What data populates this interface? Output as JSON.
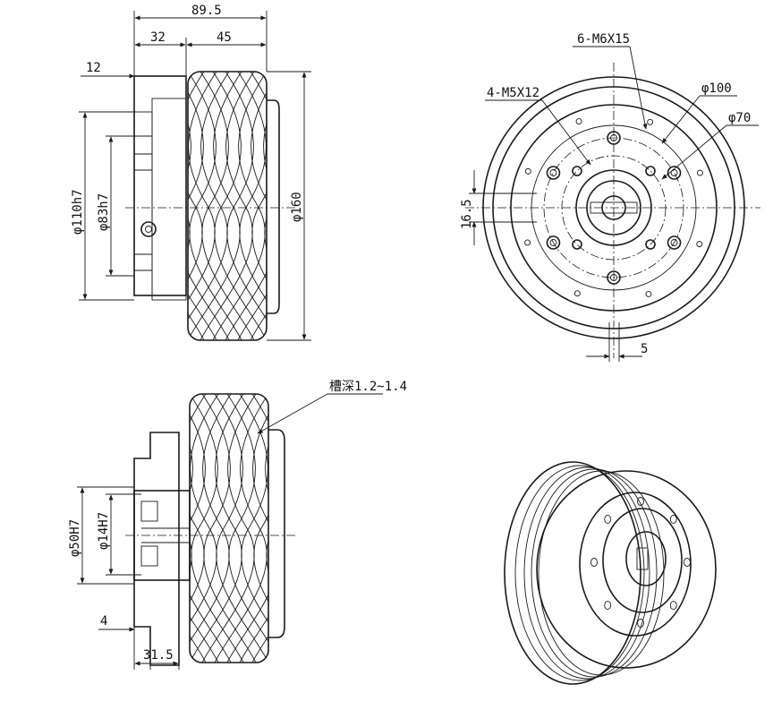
{
  "colors": {
    "line": "#1a1a1a",
    "background": "#ffffff"
  },
  "front_view": {
    "overall_length": "89.5",
    "flange_length": "32",
    "wheel_width": "45",
    "flange_thickness": "12",
    "pilot_dia": "φ110h7",
    "boss_dia": "φ83h7",
    "wheel_dia": "φ160"
  },
  "end_view": {
    "large_holes": "6-M6X15",
    "small_holes": "4-M5X12",
    "pcd_large": "φ100",
    "pcd_small": "φ70",
    "key_height": "16.5",
    "key_width": "5"
  },
  "section_view": {
    "groove_note": "槽深1.2~1.4",
    "bore_outer": "φ50H7",
    "bore_inner": "φ14H7",
    "step": "4",
    "hub_length": "31.5"
  }
}
